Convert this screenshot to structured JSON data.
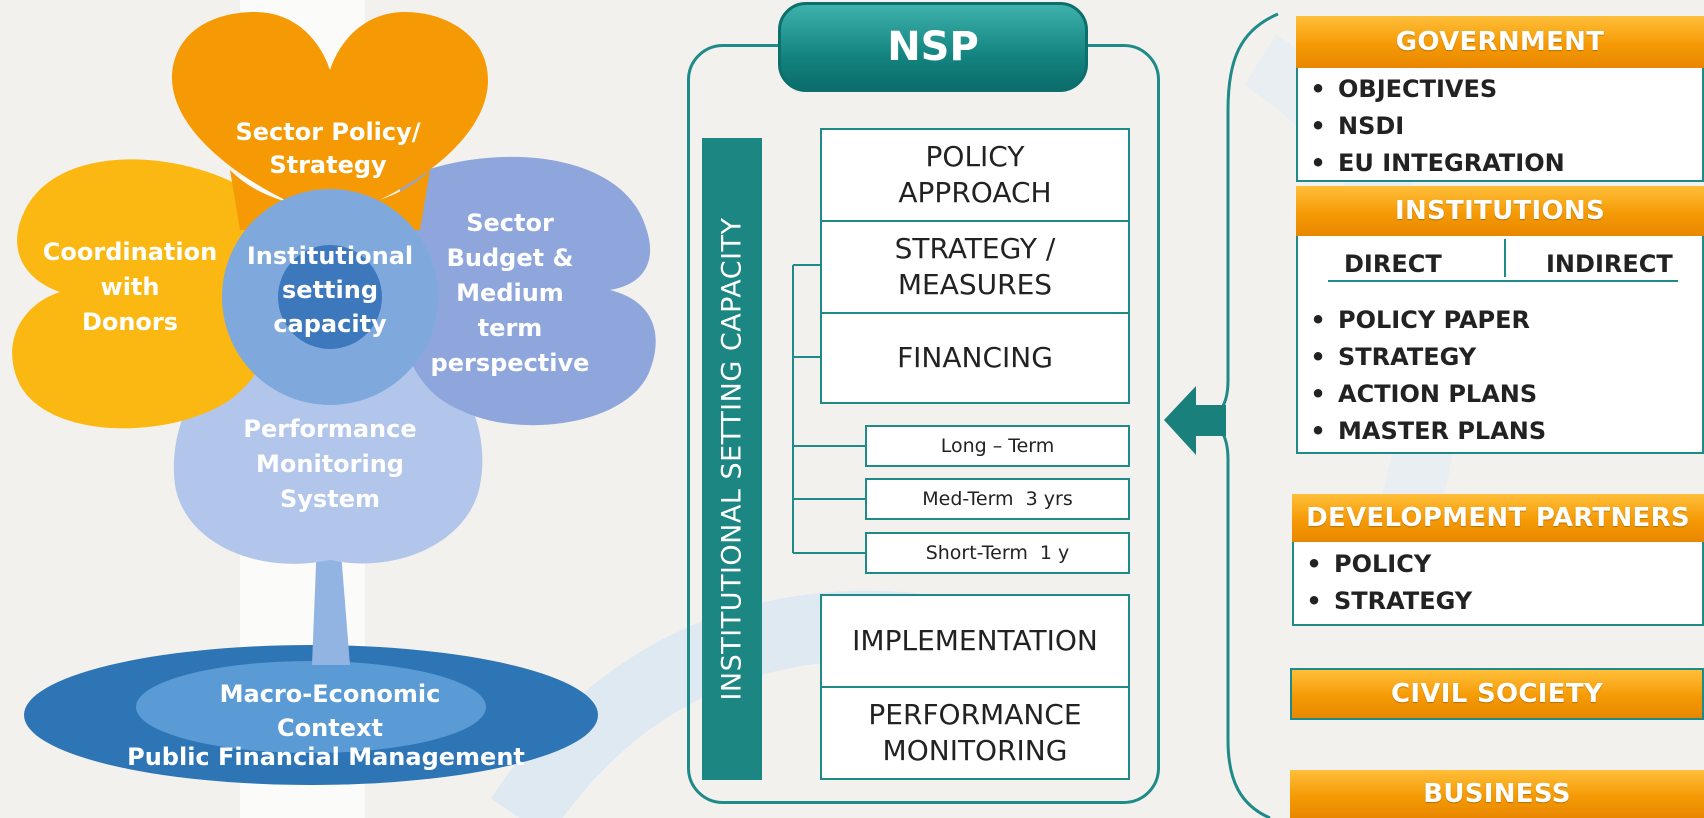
{
  "flower": {
    "top_petal": [
      "Sector Policy/",
      "Strategy"
    ],
    "left_petal": [
      "Coordination",
      "with",
      "Donors"
    ],
    "right_petal": [
      "Sector",
      "Budget &",
      "Medium",
      "term",
      "perspective"
    ],
    "bottom_petal": [
      "Performance",
      "Monitoring",
      "System"
    ],
    "center": [
      "Institutional",
      "setting",
      "capacity"
    ],
    "base": [
      "Macro-Economic",
      "Context",
      "Public Financial Management"
    ]
  },
  "nsp": {
    "title": "NSP",
    "vertical_label": "INSTITUTIONAL SETTING CAPACITY",
    "policy": [
      "POLICY",
      "APPROACH"
    ],
    "strategy": [
      "STRATEGY /",
      "MEASURES"
    ],
    "financing": "FINANCING",
    "long_term": "Long – Term",
    "med_term": "Med-Term  3 yrs",
    "short_term": "Short-Term  1 y",
    "implementation": "IMPLEMENTATION",
    "performance": [
      "PERFORMANCE",
      "MONITORING"
    ]
  },
  "stakeholders": {
    "government": {
      "title": "GOVERNMENT",
      "items": [
        "OBJECTIVES",
        "NSDI",
        "EU INTEGRATION"
      ]
    },
    "institutions": {
      "title": "INSTITUTIONS",
      "direct": "DIRECT",
      "indirect": "INDIRECT",
      "items": [
        "POLICY PAPER",
        "STRATEGY",
        "ACTION PLANS",
        "MASTER PLANS"
      ]
    },
    "development_partners": {
      "title": "DEVELOPMENT PARTNERS",
      "items": [
        "POLICY",
        "STRATEGY"
      ]
    },
    "civil_society": {
      "title": "CIVIL SOCIETY"
    },
    "business": {
      "title": "BUSINESS"
    }
  },
  "colors": {
    "teal": "#1f8a87",
    "orange": "#f59a05",
    "yellow": "#fbb812",
    "periwinkle": "#8ea6dc",
    "light_blue": "#b2c6eb",
    "navy": "#2e75b6"
  }
}
